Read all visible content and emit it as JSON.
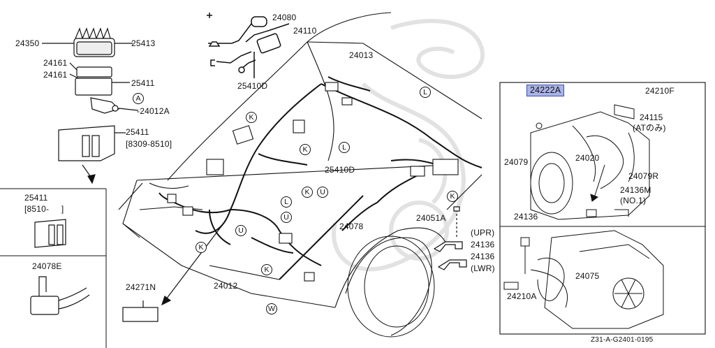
{
  "parts": {
    "p24080": "24080",
    "p24110": "24110",
    "p25410D_top": "25410D",
    "p24013": "24013",
    "p24350": "24350",
    "p25413": "25413",
    "p24161_a": "24161",
    "p24161_b": "24161",
    "p25411_a": "25411",
    "p24012A": "-24012A",
    "p25411_b": "25411",
    "range_8309_8510": "[8309-8510]",
    "p25411_c": "25411",
    "range_8510": "[8510-     ]",
    "p24078E": "24078E",
    "p24271N": "24271N",
    "p24012": "24012",
    "p25410D_mid": "25410D",
    "p24078": "24078",
    "p24051A": "24051A",
    "upr": "(UPR)",
    "p24136_upr": "24136",
    "p24136_lwr": "24136",
    "lwr": "(LWR)",
    "p24222A": "24222A",
    "p24210F": "24210F",
    "p24115": "24115",
    "at_only": "(ATのみ)",
    "p24079": "24079",
    "p24020": "24020",
    "p24079R": "24079R",
    "p24136M": "24136M",
    "no1": "(NO.1)",
    "p24136_eng": "24136",
    "p24075": "24075",
    "p24210A": "24210A"
  },
  "callouts": {
    "A": "A",
    "K": "K",
    "L": "L",
    "U": "U",
    "W": "W"
  },
  "diagram_code": "Z31-A-G2401-0195",
  "colors": {
    "line": "#111111",
    "highlight_fill": "#aab3e6",
    "highlight_border": "#3a4fa8",
    "watermark": "#d9d9d9"
  }
}
